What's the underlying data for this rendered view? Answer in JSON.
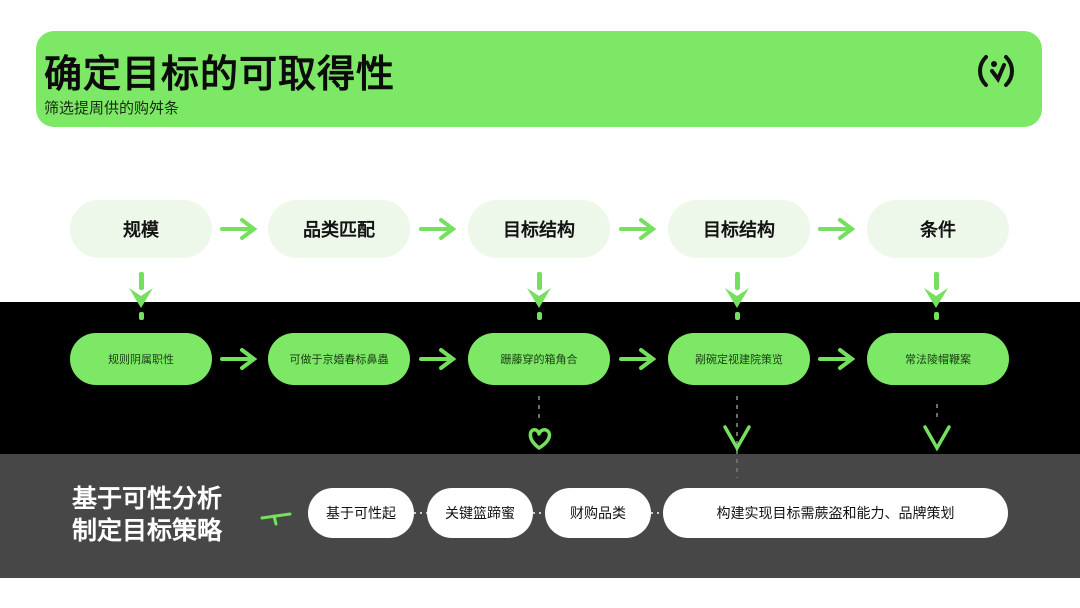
{
  "header": {
    "title": "确定目标的可取得性",
    "subtitle": "筛选提周供的购舛条"
  },
  "flow_top": [
    {
      "label": "规模"
    },
    {
      "label": "品类匹配"
    },
    {
      "label": "目标结构"
    },
    {
      "label": "目标结构"
    },
    {
      "label": "条件"
    }
  ],
  "flow_mid": [
    {
      "label": "规则阴属职性"
    },
    {
      "label": "可做于京婚春标鼻蟲"
    },
    {
      "label": "跚藤穿的箱角合"
    },
    {
      "label": "剐碗定视建院策览"
    },
    {
      "label": "常法陵帽鞭案"
    }
  ],
  "strategy": {
    "line1": "基于可性分析",
    "line2": "制定目标策略",
    "steps": [
      {
        "label": "基于可性起"
      },
      {
        "label": "关键篮蹄蜜"
      },
      {
        "label": "财购品类"
      },
      {
        "label": "构建实现目标需蕨盗和能力、品牌策划"
      }
    ]
  },
  "colors": {
    "accent": "#7de866",
    "arrow": "#74e05e",
    "dark_band": "#000000",
    "grey_band": "#474747"
  }
}
